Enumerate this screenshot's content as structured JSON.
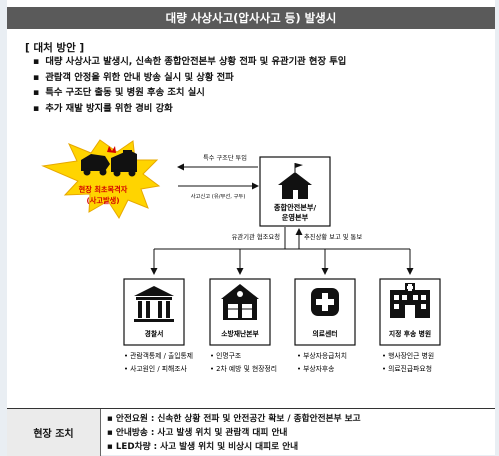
{
  "title": "대량 사상사고(압사사고 등) 발생시",
  "section_heading": "[ 대처 방안 ]",
  "actions": [
    "대량 사상사고 발생시, 신속한 종합안전본부 상황 전파 및 유관기관 현장 투입",
    "관람객 안정을 위한 안내 방송 실시 및 상황 전파",
    "특수 구조단 출동 및 병원 후송 조치 실시",
    "추가 재발 방지를 위한 경비 강화"
  ],
  "diagram": {
    "incident": {
      "line1": "현장 최초목격자",
      "line2": "(사고발생)"
    },
    "hq": {
      "line1": "종합안전본부/",
      "line2": "운영본부"
    },
    "arrow_dispatch": "특수 구조단 투입",
    "arrow_report": "사고신고 (유/무선, 구두)",
    "arrow_cooperation": "유관기관 협조요청",
    "arrow_followup": "추진상황 보고 및 통보",
    "agencies": [
      {
        "name": "경찰서",
        "tasks": [
          "관람객통제 / 출입통제",
          "사고원인 / 피해조사"
        ]
      },
      {
        "name": "소방재난본부",
        "tasks": [
          "인명구조",
          "2차 예방 및 현장정리"
        ]
      },
      {
        "name": "의료센터",
        "tasks": [
          "부상자응급처치",
          "부상자후송"
        ]
      },
      {
        "name": "지정 후송 병원",
        "tasks": [
          "행사장인근 병원",
          "의료진급파요청"
        ]
      }
    ]
  },
  "field_action": {
    "heading": "현장 조치",
    "items": [
      "안전요원 : 신속한 상황 전파 및 안전공간 확보 / 종합안전본부 보고",
      "안내방송 : 사고 발생 위치 및 관람객 대피 안내",
      "LED차량 : 사고 발생 위치 및 비상시 대피로 안내"
    ]
  }
}
